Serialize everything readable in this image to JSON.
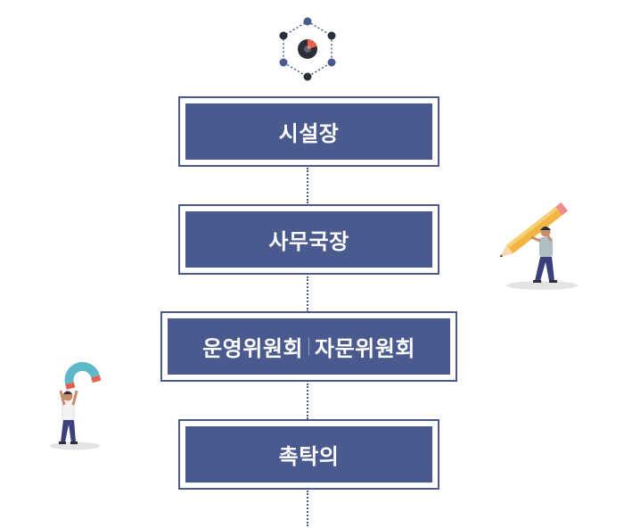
{
  "org_chart": {
    "nodes": [
      {
        "label": "시설장"
      },
      {
        "label": "사무국장"
      },
      {
        "label_left": "운영위원회",
        "label_right": "자문위원회"
      },
      {
        "label": "촉탁의"
      }
    ]
  },
  "colors": {
    "box_fill": "#4a5a8e",
    "box_text": "#ffffff",
    "connector": "#4a5a8e",
    "icon_accent": "#e8604c"
  },
  "icons": {
    "top": "network-hexagon-icon",
    "right": "person-with-pencil-illustration",
    "left": "person-with-magnet-illustration"
  }
}
